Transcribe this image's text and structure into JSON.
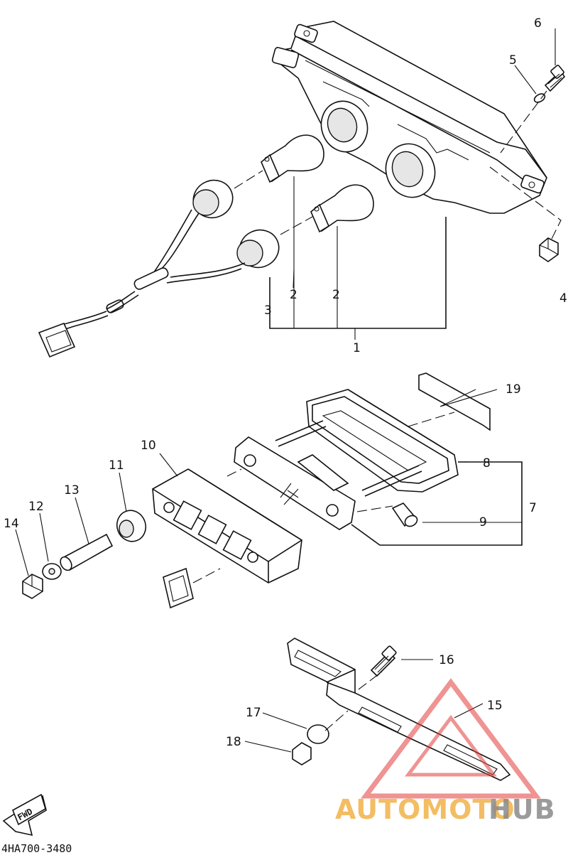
{
  "diagram_code": "4HA700-3480",
  "fwd_label": "FWD",
  "parts": {
    "p1": "1",
    "p2a": "2",
    "p2b": "2",
    "p3": "3",
    "p4": "4",
    "p5": "5",
    "p6": "6",
    "p7": "7",
    "p8": "8",
    "p9": "9",
    "p10": "10",
    "p11": "11",
    "p12": "12",
    "p13": "13",
    "p14": "14",
    "p15": "15",
    "p16": "16",
    "p17": "17",
    "p18": "18",
    "p19": "19"
  },
  "watermark": {
    "text_a": "AUTOMOTO",
    "text_b": "HUB",
    "color_a": "#f2b24a",
    "color_b": "#8a8a8a",
    "color_logo": "#e23b3b"
  }
}
